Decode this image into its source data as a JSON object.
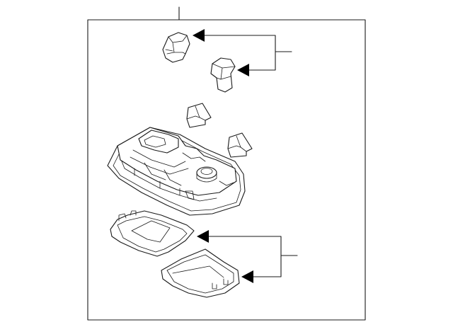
{
  "diagram": {
    "labels": [],
    "parts": [
      "bulb-upper",
      "bulb-lower",
      "clip-left",
      "clip-right",
      "lamp-housing",
      "lens-left",
      "lens-right"
    ]
  }
}
